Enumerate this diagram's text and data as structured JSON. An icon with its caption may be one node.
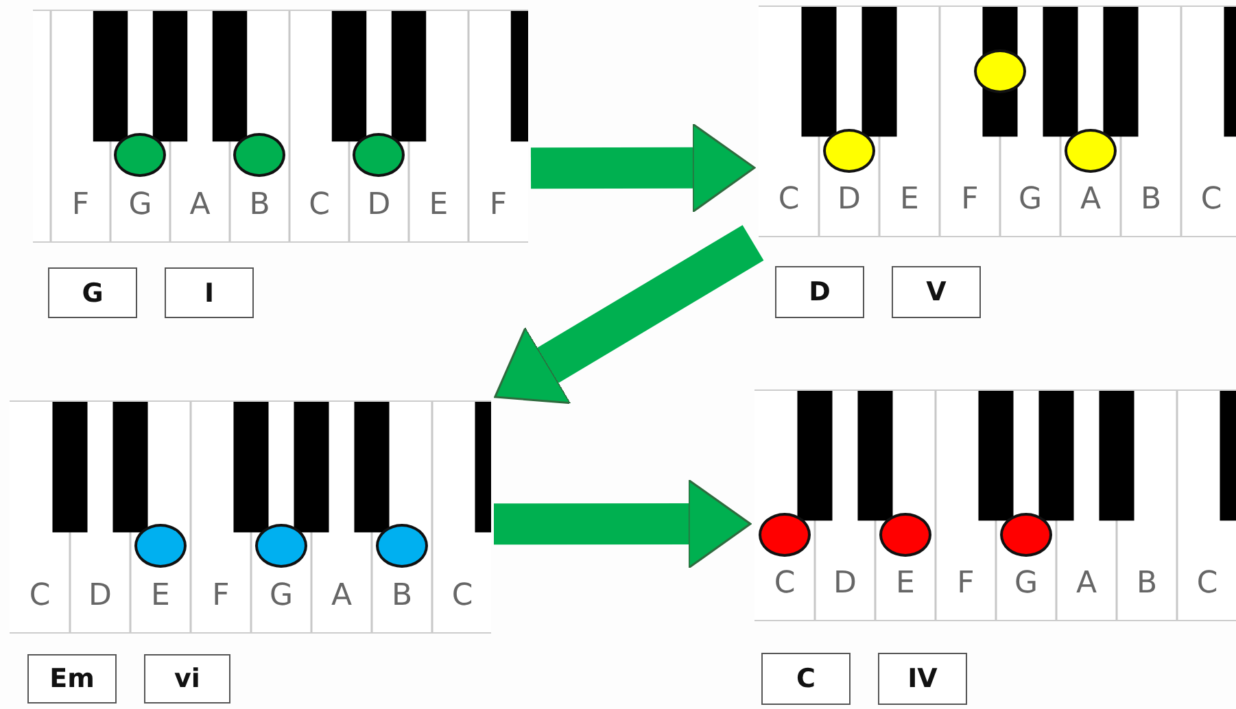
{
  "diagram": {
    "nodes": [
      {
        "text": [
          "F",
          "G",
          "A",
          "B",
          "C",
          "D",
          "E",
          "F"
        ]
      },
      {
        "text": [
          "G"
        ]
      },
      {
        "text": [
          "I"
        ]
      },
      {
        "text": [
          "C",
          "D",
          "E",
          "F",
          "G",
          "A",
          "B",
          "C"
        ]
      },
      {
        "text": [
          "D"
        ]
      },
      {
        "text": [
          "V"
        ]
      },
      {
        "text": [
          "C",
          "D",
          "E",
          "F",
          "G",
          "A",
          "B",
          "C"
        ]
      },
      {
        "text": [
          "Em"
        ]
      },
      {
        "text": [
          "vi"
        ]
      },
      {
        "text": [
          "C",
          "D",
          "E",
          "F",
          "G",
          "A",
          "B",
          "C"
        ]
      },
      {
        "text": [
          "C"
        ]
      },
      {
        "text": [
          "IV"
        ]
      }
    ],
    "edges": [
      {
        "from": 0,
        "to": 3,
        "arrow": "to"
      },
      {
        "from": 3,
        "to": 6,
        "arrow": "to"
      },
      {
        "from": 6,
        "to": 9,
        "arrow": "to"
      }
    ]
  }
}
